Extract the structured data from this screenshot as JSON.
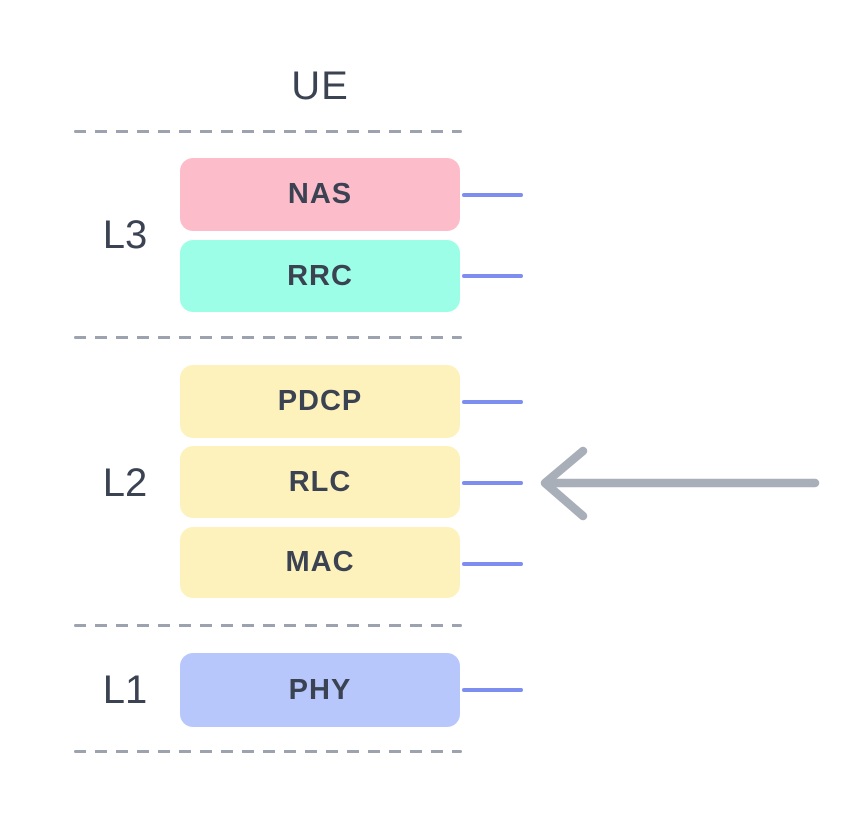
{
  "diagram": {
    "title": "UE",
    "groups": [
      {
        "label": "L3",
        "blocks": [
          {
            "label": "NAS",
            "color": "#FCBCC9"
          },
          {
            "label": "RRC",
            "color": "#9CFEE6"
          }
        ]
      },
      {
        "label": "L2",
        "blocks": [
          {
            "label": "PDCP",
            "color": "#FDF2BB"
          },
          {
            "label": "RLC",
            "color": "#FDF2BB"
          },
          {
            "label": "MAC",
            "color": "#FDF2BB"
          }
        ]
      },
      {
        "label": "L1",
        "blocks": [
          {
            "label": "PHY",
            "color": "#B7C7FB"
          }
        ]
      }
    ],
    "annotations": {
      "arrow": {
        "icon": "arrow-left-icon",
        "direction": "left",
        "points_to": "RLC",
        "color": "#A9AFB9"
      }
    },
    "colors": {
      "connector_blue": "#7D8EF0",
      "divider_gray": "#9CA3AF",
      "text_dark": "#3B4252",
      "background": "#FFFFFF"
    }
  }
}
